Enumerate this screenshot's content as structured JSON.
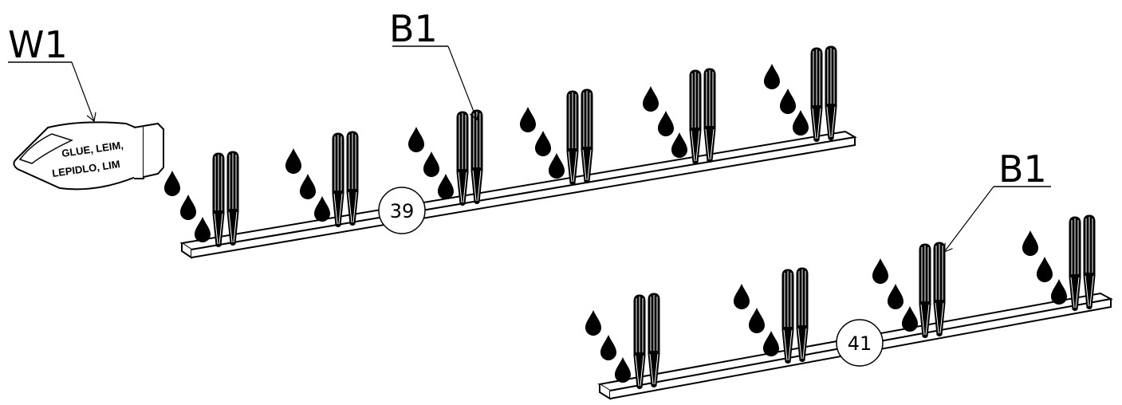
{
  "callouts": {
    "glue_tube_label": "W1",
    "dowel_label_upper": "B1",
    "dowel_label_lower": "B1"
  },
  "glue_tube": {
    "text_line1": "GLUE, LEIM,",
    "text_line2": "LEPIDLO, LIM"
  },
  "parts": {
    "upper_rail_number": "39",
    "lower_rail_number": "41"
  },
  "colors": {
    "ink": "#000000",
    "paper": "#ffffff"
  },
  "icons": {
    "glue_drop": "glue-drop-icon",
    "dowel": "dowel-icon"
  }
}
